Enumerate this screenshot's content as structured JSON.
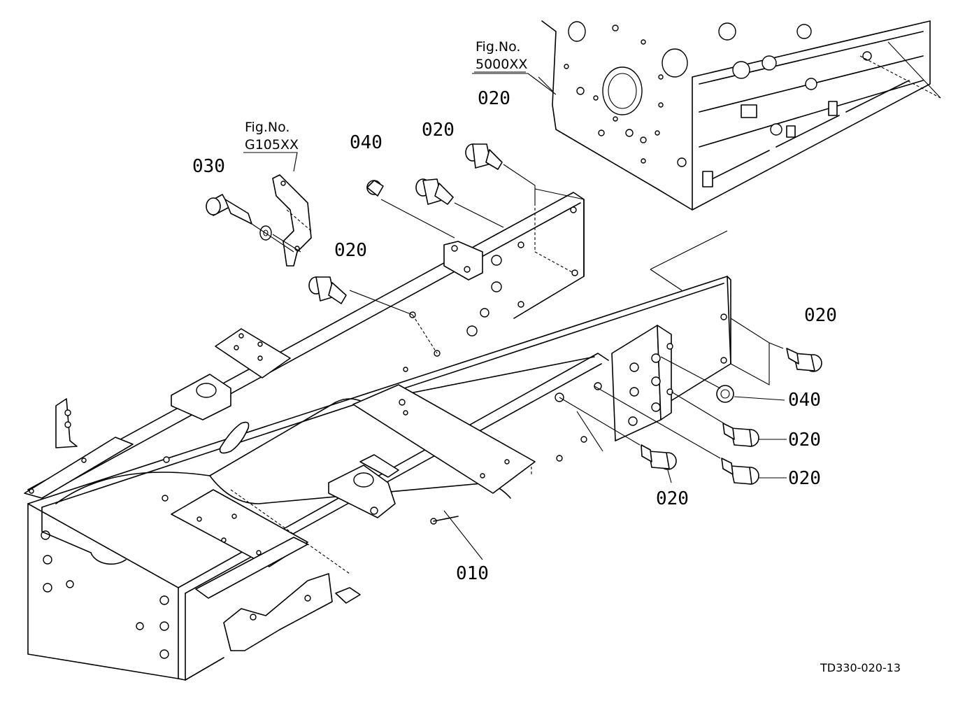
{
  "fig_refs": {
    "engine": {
      "title": "Fig.No.",
      "number": "5000XX"
    },
    "bracket": {
      "title": "Fig.No.",
      "number": "G105XX"
    }
  },
  "callouts": {
    "c030": "030",
    "c040_top": "040",
    "c020_top_a": "020",
    "c020_top_b": "020",
    "c020_mid": "020",
    "c020_right_top": "020",
    "c040_right": "040",
    "c020_right_a": "020",
    "c020_right_b": "020",
    "c020_bottom": "020",
    "c010": "010"
  },
  "drawing_code": "TD330-020-13"
}
